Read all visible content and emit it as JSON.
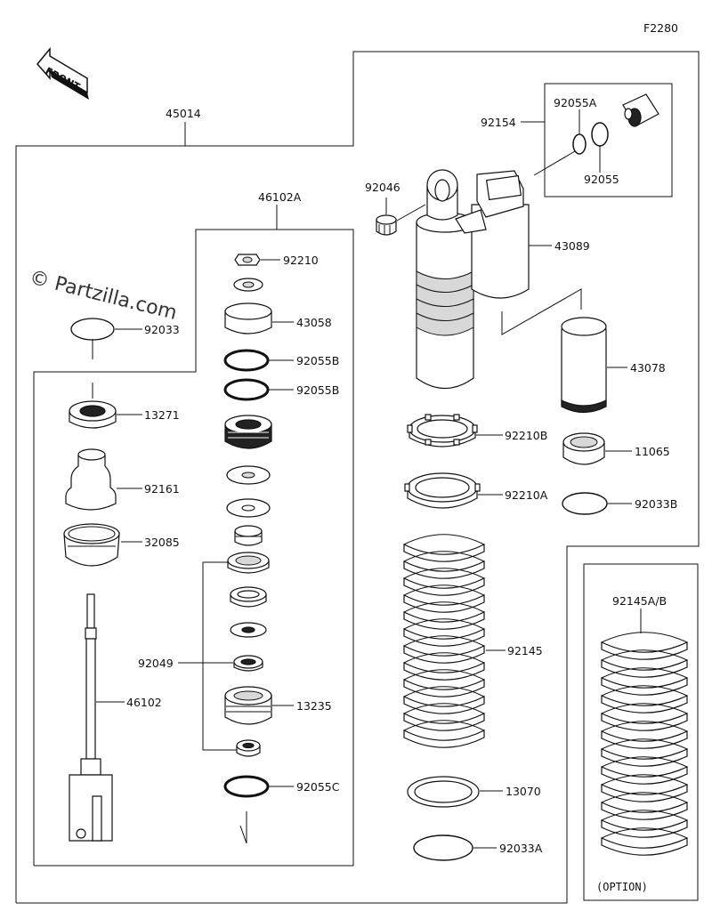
{
  "sheet": {
    "code": "F2280",
    "watermark": "© Partzilla.com",
    "front_label": "FRONT",
    "option_label": "(OPTION)"
  },
  "labels": {
    "l45014": "45014",
    "l46102A": "46102A",
    "l92210": "92210",
    "l43058": "43058",
    "l92055B_1": "92055B",
    "l92055B_2": "92055B",
    "l92033": "92033",
    "l13271": "13271",
    "l92161": "92161",
    "l32085": "32085",
    "l46102": "46102",
    "l92049": "92049",
    "l13235": "13235",
    "l92055C": "92055C",
    "l92046": "92046",
    "l92154": "92154",
    "l92055A": "92055A",
    "l92055": "92055",
    "l43089": "43089",
    "l43078": "43078",
    "l92210B": "92210B",
    "l11065": "11065",
    "l92210A": "92210A",
    "l92033B": "92033B",
    "l92145": "92145",
    "l13070": "13070",
    "l92033A": "92033A",
    "l92145AB": "92145A/B"
  }
}
